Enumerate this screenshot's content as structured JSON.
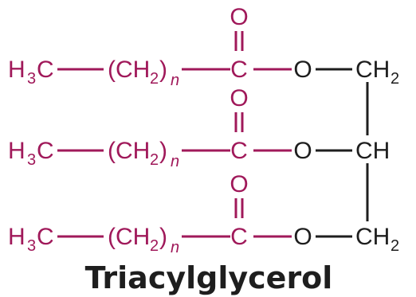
{
  "colors": {
    "fatty_acid": "#a0195a",
    "glycerol": "#1e1e1e"
  },
  "rows": [
    {
      "methyl": "H",
      "methyl_sub": "3",
      "methyl_c": "C",
      "chain_open": "(CH",
      "chain_sub": "2",
      "chain_close": ")",
      "chain_n": "n",
      "carbonyl_o": "O",
      "carbonyl_c": "C",
      "ester_o": "O",
      "glycerol_c": "CH",
      "glycerol_sub": "2"
    },
    {
      "methyl": "H",
      "methyl_sub": "3",
      "methyl_c": "C",
      "chain_open": "(CH",
      "chain_sub": "2",
      "chain_close": ")",
      "chain_n": "n",
      "carbonyl_o": "O",
      "carbonyl_c": "C",
      "ester_o": "O",
      "glycerol_c": "CH",
      "glycerol_sub": ""
    },
    {
      "methyl": "H",
      "methyl_sub": "3",
      "methyl_c": "C",
      "chain_open": "(CH",
      "chain_sub": "2",
      "chain_close": ")",
      "chain_n": "n",
      "carbonyl_o": "O",
      "carbonyl_c": "C",
      "ester_o": "O",
      "glycerol_c": "CH",
      "glycerol_sub": "2"
    }
  ],
  "caption": "Triacylglycerol"
}
